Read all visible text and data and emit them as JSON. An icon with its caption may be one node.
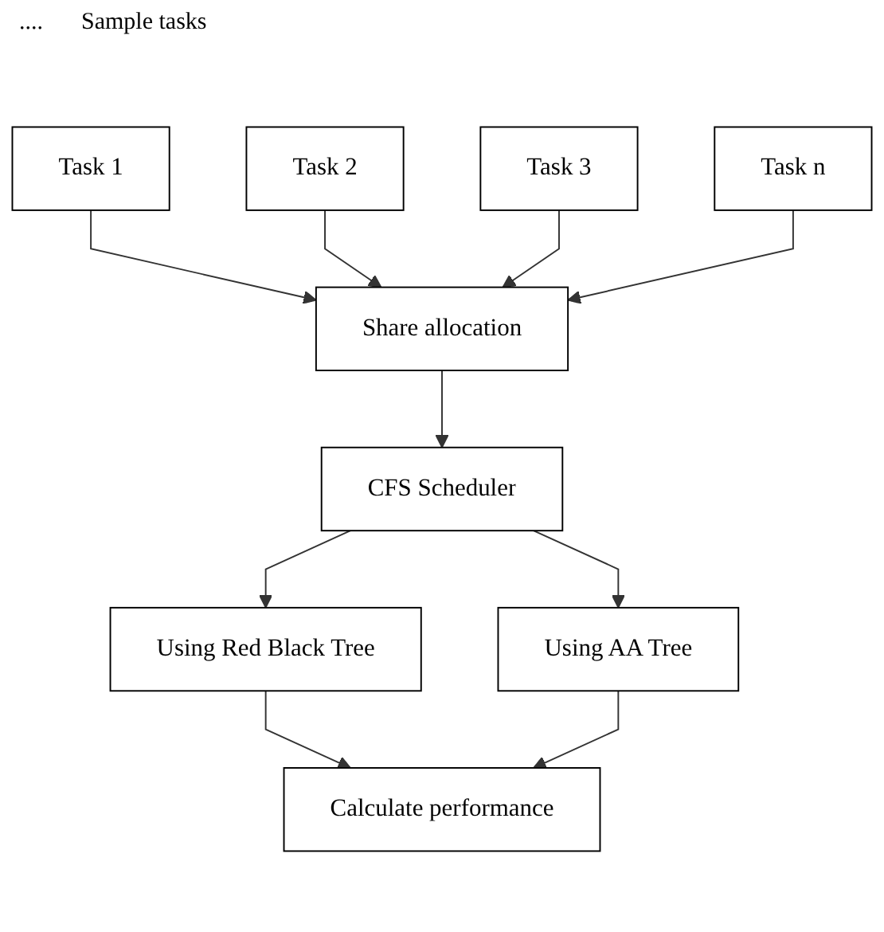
{
  "diagram": {
    "nodes": [
      {
        "text": [
          "Task 1"
        ]
      },
      {
        "text": [
          "Task 2"
        ]
      },
      {
        "text": [
          "Task 3"
        ]
      },
      {
        "text": [
          "Task n"
        ]
      },
      {
        "text": [
          "Share allocation"
        ]
      },
      {
        "text": [
          "CFS Scheduler"
        ]
      },
      {
        "text": [
          "Using Red Black Tree"
        ]
      },
      {
        "text": [
          "Using AA Tree"
        ]
      },
      {
        "text": [
          "Calculate performance"
        ]
      }
    ],
    "edges": [
      {
        "from": 0,
        "to": 4,
        "arrow": "to"
      },
      {
        "from": 1,
        "to": 4,
        "arrow": "to"
      },
      {
        "from": 2,
        "to": 4,
        "arrow": "to"
      },
      {
        "from": 3,
        "to": 4,
        "arrow": "to"
      },
      {
        "from": 4,
        "to": 5,
        "arrow": "to"
      },
      {
        "from": 5,
        "to": 6,
        "arrow": "to"
      },
      {
        "from": 5,
        "to": 7,
        "arrow": "to"
      },
      {
        "from": 6,
        "to": 8,
        "arrow": "to"
      },
      {
        "from": 7,
        "to": 8,
        "arrow": "to"
      }
    ],
    "labels": [
      "....",
      "Sample tasks"
    ]
  }
}
